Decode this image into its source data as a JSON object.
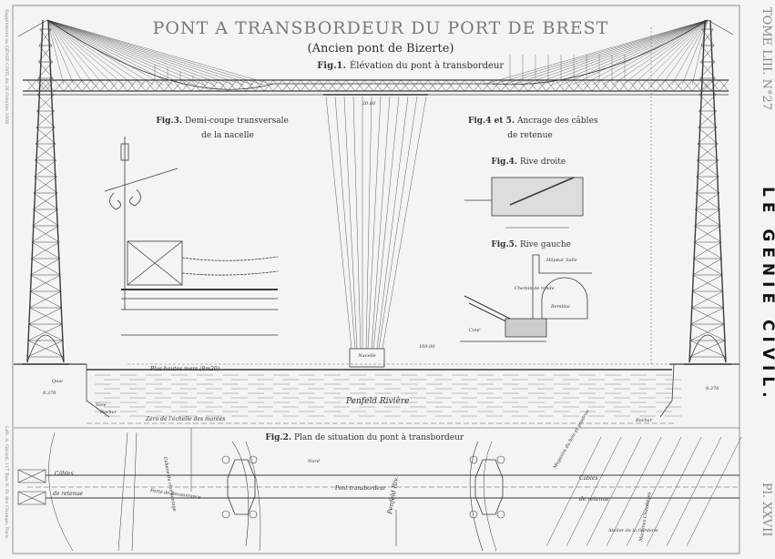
{
  "plate": {
    "title": "PONT A TRANSBORDEUR DU PORT DE BREST",
    "subtitle": "(Ancien pont de Bizerte)",
    "volume": "TOME LIII. N°27",
    "journal": "LE GÉNIE CIVIL.",
    "plate_number": "Pl. XXVII",
    "supplement_note": "Supplément au GÉNIE CIVIL du 26 Octobre 1908",
    "printer_note": "Lith. A. Girard, 117 Rue N.-D. des Champs, Paris"
  },
  "figures": {
    "fig1": {
      "num": "Fig.1.",
      "caption": "Élévation du pont à transbordeur"
    },
    "fig2": {
      "num": "Fig.2.",
      "caption": "Plan de situation du pont à transbordeur"
    },
    "fig3": {
      "num": "Fig.3.",
      "caption_line1": "Demi-coupe transversale",
      "caption_line2": "de la nacelle"
    },
    "fig45": {
      "num": "Fig.4 et 5.",
      "caption_line1": "Ancrage des câbles",
      "caption_line2": "de retenue"
    },
    "fig4": {
      "num": "Fig.4.",
      "caption": "Rive droite"
    },
    "fig5": {
      "num": "Fig.5.",
      "caption": "Rive gauche"
    }
  },
  "labels": {
    "high_tide": "Plus hautes mers (8m20)",
    "river": "Penfeld   Rivière",
    "tide_zero": "Zéro de l'échelle des marées",
    "nacelle": "Nacelle",
    "rock_left": "Rocher",
    "rock_right": "Rocher",
    "quay": "Quai",
    "vase": "Vase",
    "hospital": "Hôpital_Salle",
    "chemin": "Chemin de ronde",
    "remblai": "Remblai",
    "cour": "Cour",
    "span": "109.00",
    "deck_width": "20.80",
    "cables_left_1": "Câbles",
    "cables_left_2": "de retenue",
    "cables_right_1": "Câbles",
    "cables_right_2": "de retenue",
    "cabane": "Cabane du charpentage",
    "porte": "Porte de Recouvrance",
    "nord": "Nord",
    "pont": "Pont transbordeur",
    "penfeld_plan": "Penfeld Riv.",
    "magasins": "Magasins du bois et goudron",
    "atelier": "Atelier de la Corderie",
    "machines": "Machines Chaudières",
    "dim_left": "8.378",
    "dim_right": "8.378"
  }
}
